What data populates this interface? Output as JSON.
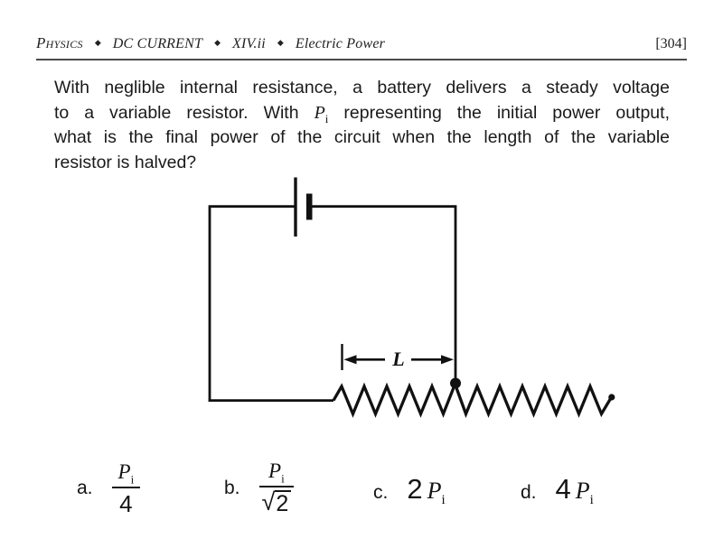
{
  "header": {
    "subject": "Physics",
    "separator": "◆",
    "chapter": "DC CURRENT",
    "section": "XIV.ii",
    "topic": "Electric Power",
    "page_number": "[304]"
  },
  "question": {
    "line1": "With neglible internal resistance, a battery delivers a steady voltage",
    "line2_before": "to a variable resistor.  With",
    "line2_after": "representing the initial power output,",
    "line3": "what is the final power of the circuit when the length of the variable",
    "line4": "resistor is halved?",
    "power_symbol": "P",
    "power_subscript": "i"
  },
  "diagram": {
    "length_label": "L"
  },
  "answers": {
    "a": {
      "label": "a.",
      "numerator_symbol": "P",
      "numerator_subscript": "i",
      "denominator": "4"
    },
    "b": {
      "label": "b.",
      "numerator_symbol": "P",
      "numerator_subscript": "i",
      "radical_sign": "√",
      "radicand": "2"
    },
    "c": {
      "label": "c.",
      "coefficient": "2",
      "symbol": "P",
      "subscript": "i"
    },
    "d": {
      "label": "d.",
      "coefficient": "4",
      "symbol": "P",
      "subscript": "i"
    }
  },
  "colors": {
    "ink": "#1a1a1a",
    "rule": "#4b4b4b",
    "background": "#ffffff"
  }
}
